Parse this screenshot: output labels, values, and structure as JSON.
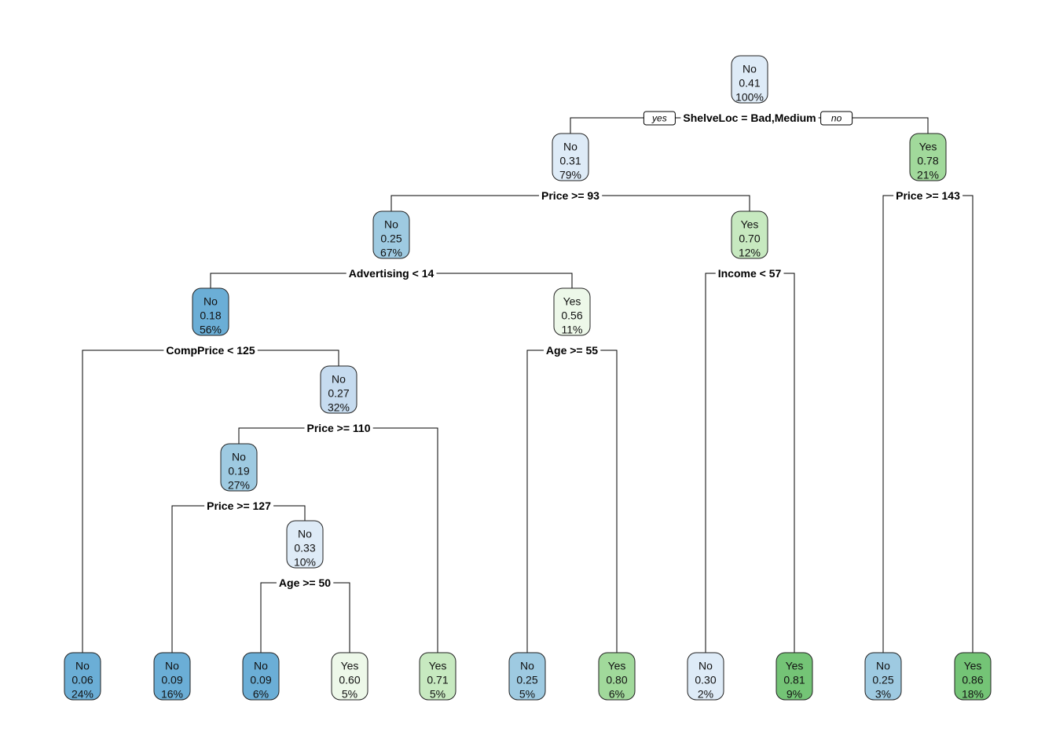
{
  "diagram": {
    "branch_labels": {
      "yes": "yes",
      "no": "no"
    },
    "colors": {
      "No": [
        "#deebf7",
        "#c6dbef",
        "#9ecae1",
        "#6baed6"
      ],
      "Yes": [
        "#edf8e9",
        "#c7e9c0",
        "#a1d99b",
        "#74c476"
      ]
    },
    "nodes": [
      {
        "id": "n1",
        "class": "No",
        "prob": "0.41",
        "pct": "100%",
        "split": "ShelveLoc = Bad,Medium",
        "shade": 0
      },
      {
        "id": "n2",
        "class": "No",
        "prob": "0.31",
        "pct": "79%",
        "split": "Price >= 93",
        "shade": 0
      },
      {
        "id": "n3",
        "class": "Yes",
        "prob": "0.78",
        "pct": "21%",
        "split": "Price >= 143",
        "shade": 2
      },
      {
        "id": "n4",
        "class": "No",
        "prob": "0.25",
        "pct": "67%",
        "split": "Advertising < 14",
        "shade": 2
      },
      {
        "id": "n5",
        "class": "Yes",
        "prob": "0.70",
        "pct": "12%",
        "split": "Income < 57",
        "shade": 1
      },
      {
        "id": "n6",
        "class": "No",
        "prob": "0.18",
        "pct": "56%",
        "split": "CompPrice < 125",
        "shade": 3
      },
      {
        "id": "n7",
        "class": "Yes",
        "prob": "0.56",
        "pct": "11%",
        "split": "Age >= 55",
        "shade": 0
      },
      {
        "id": "n8",
        "class": "No",
        "prob": "0.27",
        "pct": "32%",
        "split": "Price >= 110",
        "shade": 1
      },
      {
        "id": "n9",
        "class": "No",
        "prob": "0.19",
        "pct": "27%",
        "split": "Price >= 127",
        "shade": 2
      },
      {
        "id": "n10",
        "class": "No",
        "prob": "0.33",
        "pct": "10%",
        "split": "Age >= 50",
        "shade": 0
      },
      {
        "id": "l1",
        "class": "No",
        "prob": "0.06",
        "pct": "24%",
        "shade": 3
      },
      {
        "id": "l2",
        "class": "No",
        "prob": "0.09",
        "pct": "16%",
        "shade": 3
      },
      {
        "id": "l3",
        "class": "No",
        "prob": "0.09",
        "pct": "6%",
        "shade": 3
      },
      {
        "id": "l4",
        "class": "Yes",
        "prob": "0.60",
        "pct": "5%",
        "shade": 0
      },
      {
        "id": "l5",
        "class": "Yes",
        "prob": "0.71",
        "pct": "5%",
        "shade": 1
      },
      {
        "id": "l6",
        "class": "No",
        "prob": "0.25",
        "pct": "5%",
        "shade": 2
      },
      {
        "id": "l7",
        "class": "Yes",
        "prob": "0.80",
        "pct": "6%",
        "shade": 2
      },
      {
        "id": "l8",
        "class": "No",
        "prob": "0.30",
        "pct": "2%",
        "shade": 0
      },
      {
        "id": "l9",
        "class": "Yes",
        "prob": "0.81",
        "pct": "9%",
        "shade": 3
      },
      {
        "id": "l10",
        "class": "No",
        "prob": "0.25",
        "pct": "3%",
        "shade": 2
      },
      {
        "id": "l11",
        "class": "Yes",
        "prob": "0.86",
        "pct": "18%",
        "shade": 3
      }
    ],
    "edges": [
      {
        "parent": "n1",
        "left": "n2",
        "right": "n3"
      },
      {
        "parent": "n2",
        "left": "n4",
        "right": "n5"
      },
      {
        "parent": "n3",
        "left": "l10",
        "right": "l11"
      },
      {
        "parent": "n4",
        "left": "n6",
        "right": "n7"
      },
      {
        "parent": "n5",
        "left": "l8",
        "right": "l9"
      },
      {
        "parent": "n6",
        "left": "l1",
        "right": "n8"
      },
      {
        "parent": "n7",
        "left": "l6",
        "right": "l7"
      },
      {
        "parent": "n8",
        "left": "n9",
        "right": "l5"
      },
      {
        "parent": "n9",
        "left": "l2",
        "right": "n10"
      },
      {
        "parent": "n10",
        "left": "l3",
        "right": "l4"
      }
    ]
  }
}
